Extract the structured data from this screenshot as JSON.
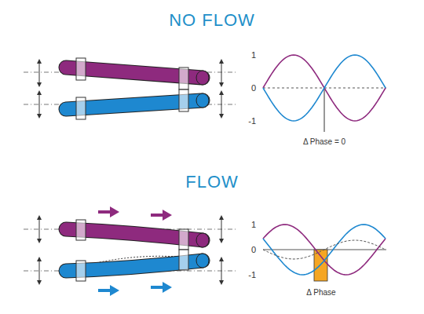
{
  "diagram": {
    "labels": [
      "NO FLOW",
      "1",
      "0",
      "-1",
      "Δ Phase = 0",
      "FLOW",
      "1",
      "0",
      "-1",
      "Δ Phase"
    ]
  }
}
